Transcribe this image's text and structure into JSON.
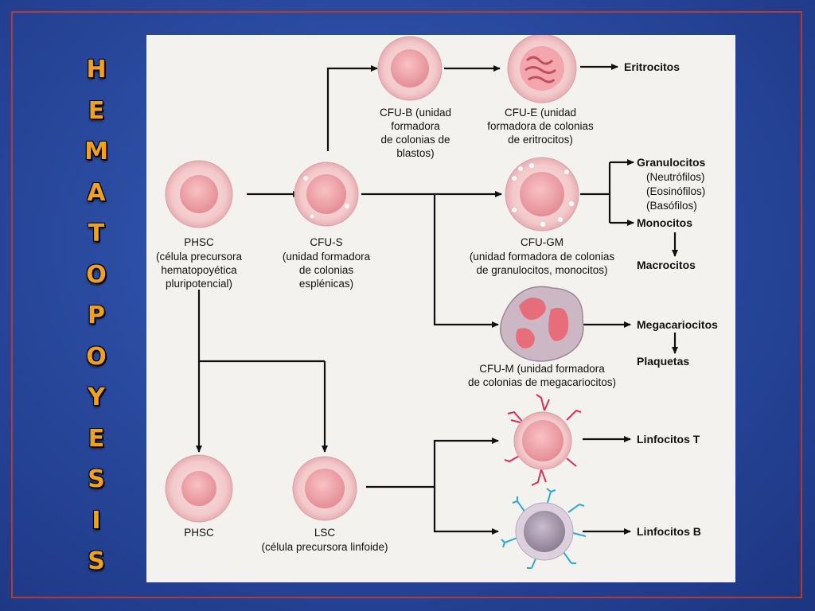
{
  "title_letters": [
    "H",
    "E",
    "M",
    "A",
    "T",
    "O",
    "P",
    "O",
    "Y",
    "E",
    "S",
    "I",
    "S"
  ],
  "colors": {
    "background": "#2a4aa0",
    "frame": "#b23a3a",
    "title": "#f0a21f",
    "panel": "#f4f2ee"
  },
  "labels": {
    "phsc_top": [
      "PHSC",
      "(célula precursora",
      "hematopoyética",
      "pluripotencial)"
    ],
    "cfus": [
      "CFU-S",
      "(unidad formadora",
      "de colonias",
      "esplénicas)"
    ],
    "cfub": [
      "CFU-B (unidad",
      "formadora",
      "de colonias de",
      "blastos)"
    ],
    "cfue": [
      "CFU-E (unidad",
      "formadora de colonias",
      "de eritrocitos)"
    ],
    "cfugm": [
      "CFU-GM",
      "(unidad formadora de colonias",
      "de granulocitos, monocitos)"
    ],
    "cfum": [
      "CFU-M (unidad formadora",
      "de colonias de megacariocitos)"
    ],
    "phsc_bottom": "PHSC",
    "lsc": [
      "LSC",
      "(célula precursora linfoide)"
    ]
  },
  "outputs": {
    "eritrocitos": "Eritrocitos",
    "granulocitos": "Granulocitos",
    "neutrofilos": "(Neutrófilos)",
    "eosinofilos": "(Eosinófilos)",
    "basofilos": "(Basófilos)",
    "monocitos": "Monocitos",
    "macrocitos": "Macrocitos",
    "megacariocitos": "Megacariocitos",
    "plaquetas": "Plaquetas",
    "linfocitos_t": "Linfocitos T",
    "linfocitos_b": "Linfocitos B"
  }
}
